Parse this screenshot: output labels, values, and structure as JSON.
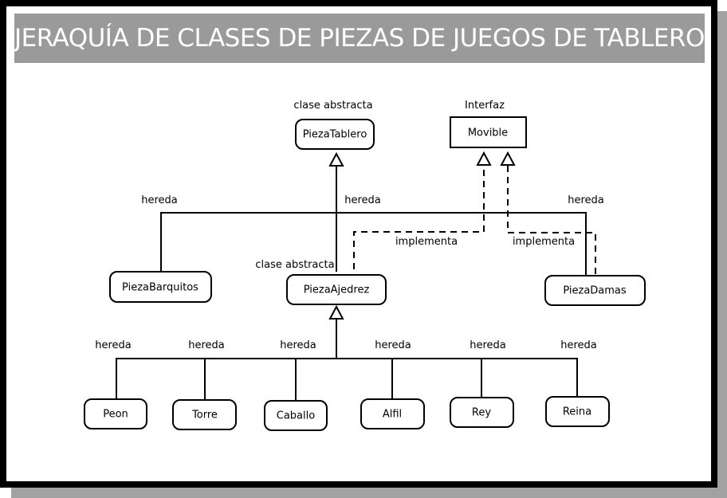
{
  "title": "JERAQUÍA DE CLASES DE PIEZAS DE JUEGOS DE TABLERO",
  "colors": {
    "title_bar": "#9b9a9a",
    "title_text": "#ffffff",
    "frame_border": "#000000",
    "shadow": "#a3a2a2",
    "line": "#000000"
  },
  "nodes": {
    "pieza_tablero": {
      "label": "PiezaTablero",
      "stereotype": "clase abstracta",
      "kind": "abstract-class"
    },
    "movible": {
      "label": "Movible",
      "stereotype": "Interfaz",
      "kind": "interface"
    },
    "pieza_barquitos": {
      "label": "PiezaBarquitos",
      "kind": "class"
    },
    "pieza_ajedrez": {
      "label": "PiezaAjedrez",
      "stereotype": "clase abstracta",
      "kind": "abstract-class"
    },
    "pieza_damas": {
      "label": "PiezaDamas",
      "kind": "class"
    },
    "peon": {
      "label": "Peon",
      "kind": "class"
    },
    "torre": {
      "label": "Torre",
      "kind": "class"
    },
    "caballo": {
      "label": "Caballo",
      "kind": "class"
    },
    "alfil": {
      "label": "Alfil",
      "kind": "class"
    },
    "rey": {
      "label": "Rey",
      "kind": "class"
    },
    "reina": {
      "label": "Reina",
      "kind": "class"
    }
  },
  "edges": [
    {
      "from": "pieza_barquitos",
      "to": "pieza_tablero",
      "type": "inheritance",
      "label": "hereda"
    },
    {
      "from": "pieza_ajedrez",
      "to": "pieza_tablero",
      "type": "inheritance",
      "label": "hereda"
    },
    {
      "from": "pieza_damas",
      "to": "pieza_tablero",
      "type": "inheritance",
      "label": "hereda"
    },
    {
      "from": "pieza_ajedrez",
      "to": "movible",
      "type": "realization",
      "label": "implementa"
    },
    {
      "from": "pieza_damas",
      "to": "movible",
      "type": "realization",
      "label": "implementa"
    },
    {
      "from": "peon",
      "to": "pieza_ajedrez",
      "type": "inheritance",
      "label": "hereda"
    },
    {
      "from": "torre",
      "to": "pieza_ajedrez",
      "type": "inheritance",
      "label": "hereda"
    },
    {
      "from": "caballo",
      "to": "pieza_ajedrez",
      "type": "inheritance",
      "label": "hereda"
    },
    {
      "from": "alfil",
      "to": "pieza_ajedrez",
      "type": "inheritance",
      "label": "hereda"
    },
    {
      "from": "rey",
      "to": "pieza_ajedrez",
      "type": "inheritance",
      "label": "hereda"
    },
    {
      "from": "reina",
      "to": "pieza_ajedrez",
      "type": "inheritance",
      "label": "hereda"
    }
  ]
}
